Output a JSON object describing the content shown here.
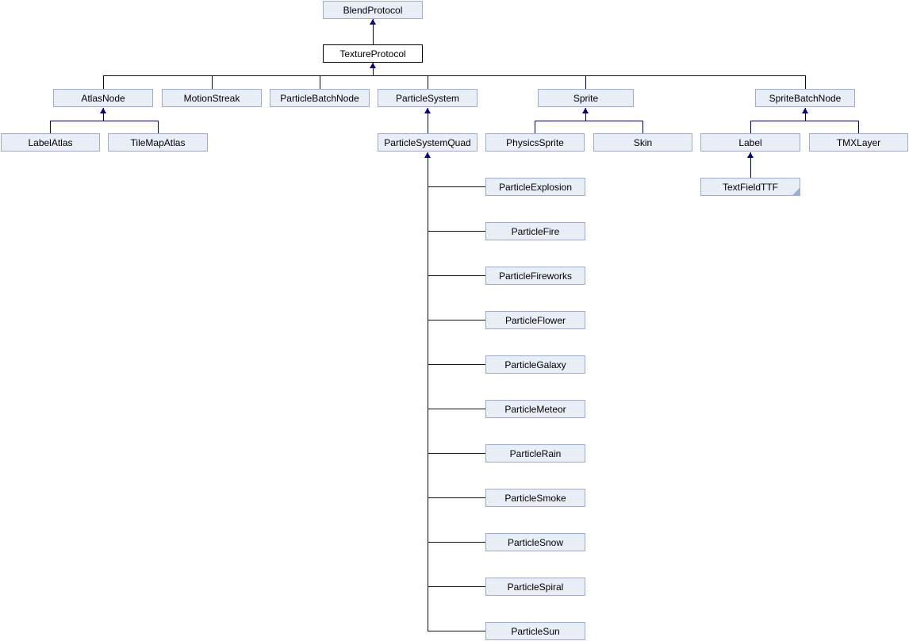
{
  "diagram": {
    "type": "class-inheritance-diagram",
    "colors": {
      "background": "#FFFFFF",
      "node_fill": "#E9EEF6",
      "node_border": "#9CAECE",
      "main_node_fill": "#FFFFFF",
      "main_node_border": "#000000",
      "edge_color": "#000080",
      "text_color": "#000000"
    },
    "nodes": [
      {
        "id": "BlendProtocol",
        "label": "BlendProtocol",
        "parent": null
      },
      {
        "id": "TextureProtocol",
        "label": "TextureProtocol",
        "parent": "BlendProtocol",
        "main": true
      },
      {
        "id": "AtlasNode",
        "label": "AtlasNode",
        "parent": "TextureProtocol"
      },
      {
        "id": "MotionStreak",
        "label": "MotionStreak",
        "parent": "TextureProtocol"
      },
      {
        "id": "ParticleBatchNode",
        "label": "ParticleBatchNode",
        "parent": "TextureProtocol"
      },
      {
        "id": "ParticleSystem",
        "label": "ParticleSystem",
        "parent": "TextureProtocol"
      },
      {
        "id": "Sprite",
        "label": "Sprite",
        "parent": "TextureProtocol"
      },
      {
        "id": "SpriteBatchNode",
        "label": "SpriteBatchNode",
        "parent": "TextureProtocol"
      },
      {
        "id": "LabelAtlas",
        "label": "LabelAtlas",
        "parent": "AtlasNode"
      },
      {
        "id": "TileMapAtlas",
        "label": "TileMapAtlas",
        "parent": "AtlasNode"
      },
      {
        "id": "ParticleSystemQuad",
        "label": "ParticleSystemQuad",
        "parent": "ParticleSystem"
      },
      {
        "id": "PhysicsSprite",
        "label": "PhysicsSprite",
        "parent": "Sprite"
      },
      {
        "id": "Skin",
        "label": "Skin",
        "parent": "Sprite"
      },
      {
        "id": "Label",
        "label": "Label",
        "parent": "SpriteBatchNode"
      },
      {
        "id": "TMXLayer",
        "label": "TMXLayer",
        "parent": "SpriteBatchNode"
      },
      {
        "id": "TextFieldTTF",
        "label": "TextFieldTTF",
        "parent": "Label",
        "truncated": true
      },
      {
        "id": "ParticleExplosion",
        "label": "ParticleExplosion",
        "parent": "ParticleSystemQuad"
      },
      {
        "id": "ParticleFire",
        "label": "ParticleFire",
        "parent": "ParticleSystemQuad"
      },
      {
        "id": "ParticleFireworks",
        "label": "ParticleFireworks",
        "parent": "ParticleSystemQuad"
      },
      {
        "id": "ParticleFlower",
        "label": "ParticleFlower",
        "parent": "ParticleSystemQuad"
      },
      {
        "id": "ParticleGalaxy",
        "label": "ParticleGalaxy",
        "parent": "ParticleSystemQuad"
      },
      {
        "id": "ParticleMeteor",
        "label": "ParticleMeteor",
        "parent": "ParticleSystemQuad"
      },
      {
        "id": "ParticleRain",
        "label": "ParticleRain",
        "parent": "ParticleSystemQuad"
      },
      {
        "id": "ParticleSmoke",
        "label": "ParticleSmoke",
        "parent": "ParticleSystemQuad"
      },
      {
        "id": "ParticleSnow",
        "label": "ParticleSnow",
        "parent": "ParticleSystemQuad"
      },
      {
        "id": "ParticleSpiral",
        "label": "ParticleSpiral",
        "parent": "ParticleSystemQuad"
      },
      {
        "id": "ParticleSun",
        "label": "ParticleSun",
        "parent": "ParticleSystemQuad"
      }
    ]
  }
}
